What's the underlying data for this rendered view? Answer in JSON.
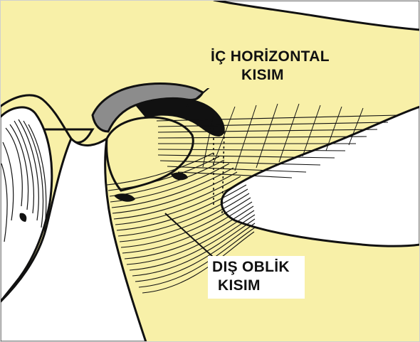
{
  "labels": {
    "inner_horizontal_line1": "İÇ HORİZONTAL",
    "inner_horizontal_line2": "KISIM",
    "outer_oblique_line1": "DIŞ OBLİK",
    "outer_oblique_line2": "KISIM"
  },
  "colors": {
    "background_yellow": "#f8f0a8",
    "bone_white": "#ffffff",
    "disc_gray": "#8c8c8c",
    "ink": "#111111"
  }
}
